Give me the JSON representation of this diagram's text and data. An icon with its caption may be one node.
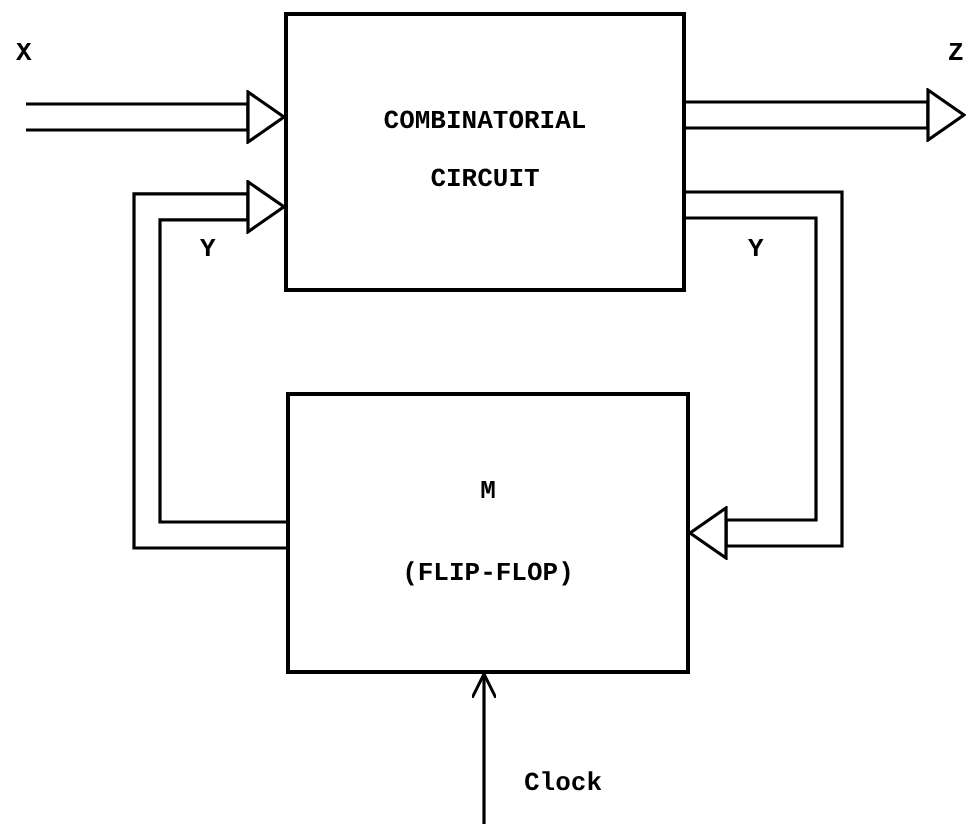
{
  "diagram": {
    "nodes": [
      {
        "text": [
          "COMBINATORIAL CIRCUIT"
        ]
      },
      {
        "text": [
          "M",
          "(FLIP-FLOP)"
        ]
      }
    ],
    "edges": [
      {
        "from": null,
        "to": 0,
        "arrow": "to",
        "label": "X"
      },
      {
        "from": 0,
        "to": null,
        "arrow": "to",
        "label": "Z"
      },
      {
        "from": 0,
        "to": 1,
        "arrow": "to",
        "label": "Y"
      },
      {
        "from": 1,
        "to": 0,
        "arrow": "to",
        "label": "Y"
      },
      {
        "from": null,
        "to": 1,
        "arrow": "to",
        "label": "Clock"
      }
    ]
  }
}
